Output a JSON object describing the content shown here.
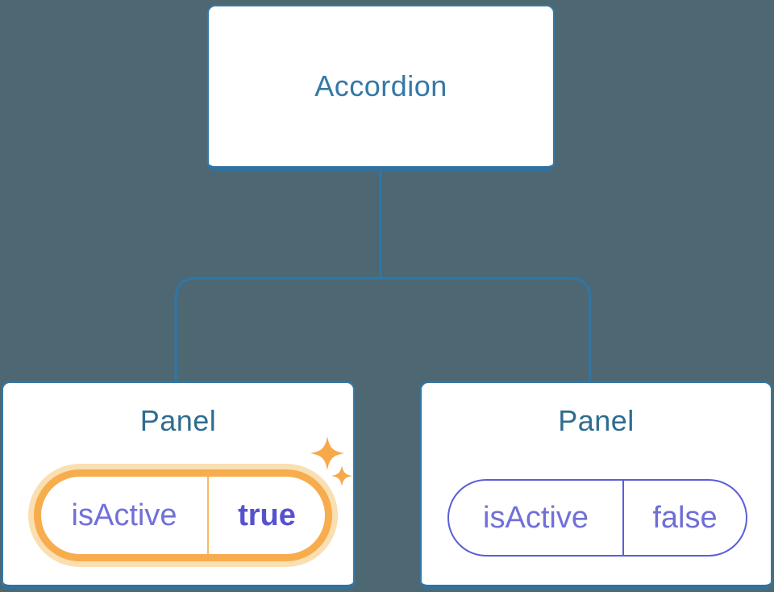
{
  "diagram": {
    "description": "React component tree: Accordion parent passing isActive prop to two Panel children",
    "root": {
      "label": "Accordion"
    },
    "panels": [
      {
        "title": "Panel",
        "prop_name": "isActive",
        "prop_value": "true",
        "state": "active-highlighted"
      },
      {
        "title": "Panel",
        "prop_name": "isActive",
        "prop_value": "false",
        "state": "inactive"
      }
    ]
  },
  "icons": {
    "sparkles": "sparkles-icon (state-change highlight)"
  },
  "colors": {
    "background": "#4D6872",
    "card_background": "#FFFFFF",
    "card_border": "#3679A8",
    "card_border_bottom": "#33719D",
    "connector_line": "#2E76A9",
    "root_label_text": "#3578A6",
    "panel_title_text": "#2E6C90",
    "prop_name_text": "#7170D8",
    "prop_value_true_text": "#5652CF",
    "prop_value_false_text": "#6E6ED8",
    "active_pill_border": "#F7AD4D",
    "active_pill_glow": "#FADFB2",
    "active_pill_divider": "#F4BA66",
    "plain_pill_border": "#5B5ED6",
    "sparkle": "#F6A94B"
  }
}
